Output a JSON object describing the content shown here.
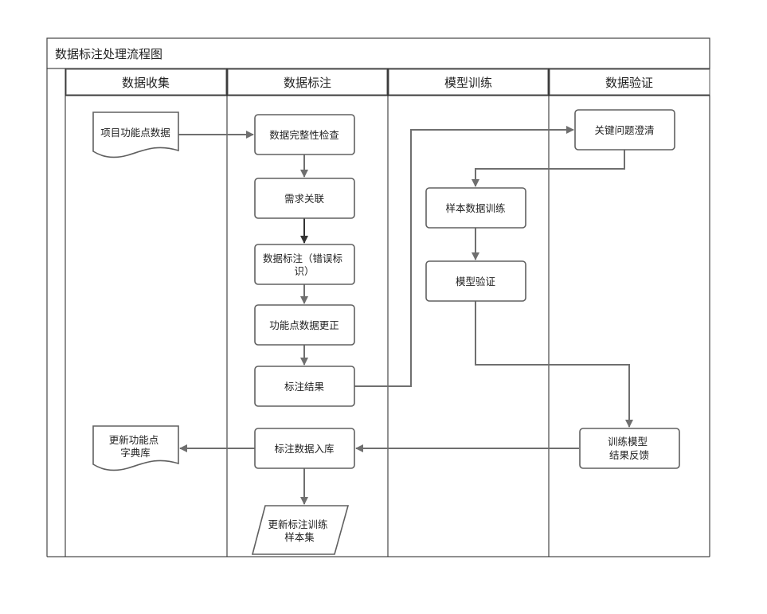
{
  "title": "数据标注处理流程图",
  "lanes": [
    "数据收集",
    "数据标注",
    "模型训练",
    "数据验证"
  ],
  "nodes": {
    "project_function_data": "项目功能点数据",
    "data_integrity_check": "数据完整性检查",
    "requirement_link": [
      "需求关联"
    ],
    "data_annotation": [
      "数据标注（错误标",
      "识）"
    ],
    "function_data_correction": [
      "功能点数据更正"
    ],
    "annotation_result": [
      "标注结果"
    ],
    "key_issue_clarify": [
      "关键问题澄清"
    ],
    "sample_training": [
      "样本数据训练"
    ],
    "model_validation": [
      "模型验证"
    ],
    "training_feedback": [
      "训练模型",
      "结果反馈"
    ],
    "annotation_storage": [
      "标注数据入库"
    ],
    "update_dictionary": [
      "更新功能点",
      "字典库"
    ],
    "update_training_set": [
      "更新标注训练",
      "样本集"
    ]
  }
}
